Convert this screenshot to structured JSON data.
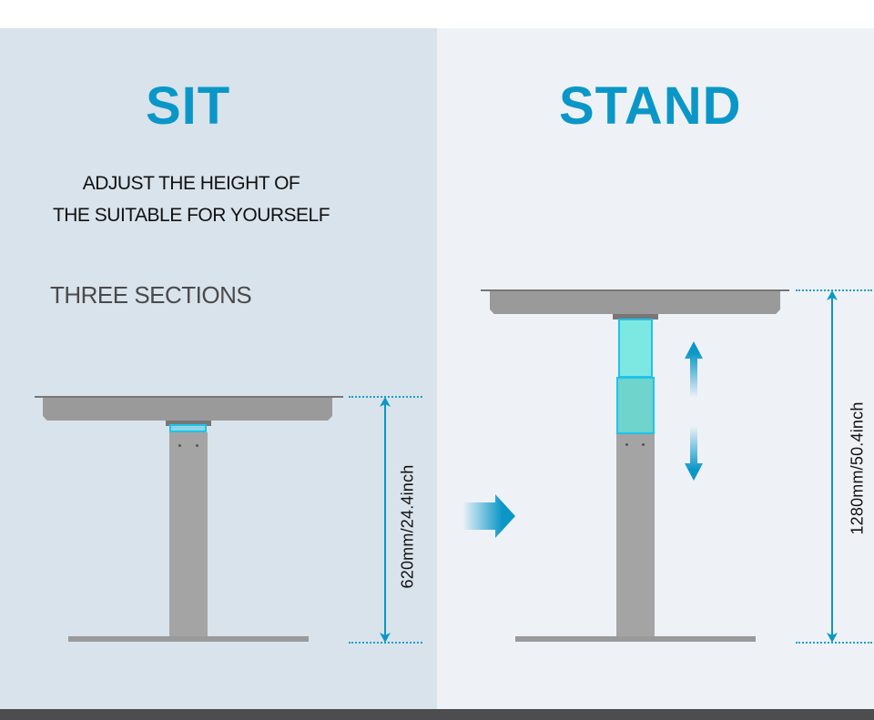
{
  "sit": {
    "title": "SIT",
    "subtitle_line1": "ADJUST THE HEIGHT OF",
    "subtitle_line2": "THE SUITABLE FOR YOURSELF",
    "sections_label": "THREE SECTIONS",
    "height_label": "620mm/24.4inch"
  },
  "stand": {
    "title": "STAND",
    "height_label": "1280mm/50.4inch"
  },
  "colors": {
    "accent": "#0a97c8",
    "sit_bg": "#d9e3ec",
    "stand_bg": "#eef2f7",
    "footer": "#4d4d4f",
    "desk_gray": "#9a9a9a",
    "column_highlight_outline": "#1fc2ea",
    "column_section_1": "#7de8e2",
    "column_section_2": "#6ed4cc"
  },
  "icons": {
    "transition_arrow": "right-arrow-gradient",
    "adjust_arrow": "up-down-arrow-gradient",
    "dimension_arrow": "double-headed-vertical-arrow"
  }
}
